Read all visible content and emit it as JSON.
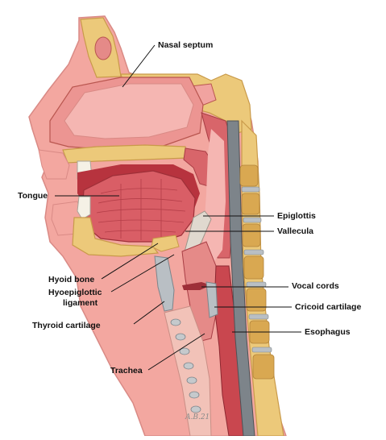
{
  "labels": {
    "nasal_septum": "Nasal septum",
    "tongue": "Tongue",
    "epiglottis": "Epiglottis",
    "vallecula": "Vallecula",
    "hyoid_bone": "Hyoid bone",
    "hyoepiglottic_line1": "Hyoepiglottic",
    "hyoepiglottic_line2": "ligament",
    "vocal_cords": "Vocal cords",
    "cricoid_cartilage": "Cricoid cartilage",
    "thyroid_cartilage": "Thyroid cartilage",
    "esophagus": "Esophagus",
    "trachea": "Trachea"
  },
  "signature": "A.B.21",
  "colors": {
    "bone": "#ecc97a",
    "bone_dark": "#d9a851",
    "skin": "#f3a7a0",
    "mucosa": "#e58a88",
    "muscle": "#c9474f",
    "cartilage": "#b9bfc4",
    "leader_line": "#111111"
  }
}
